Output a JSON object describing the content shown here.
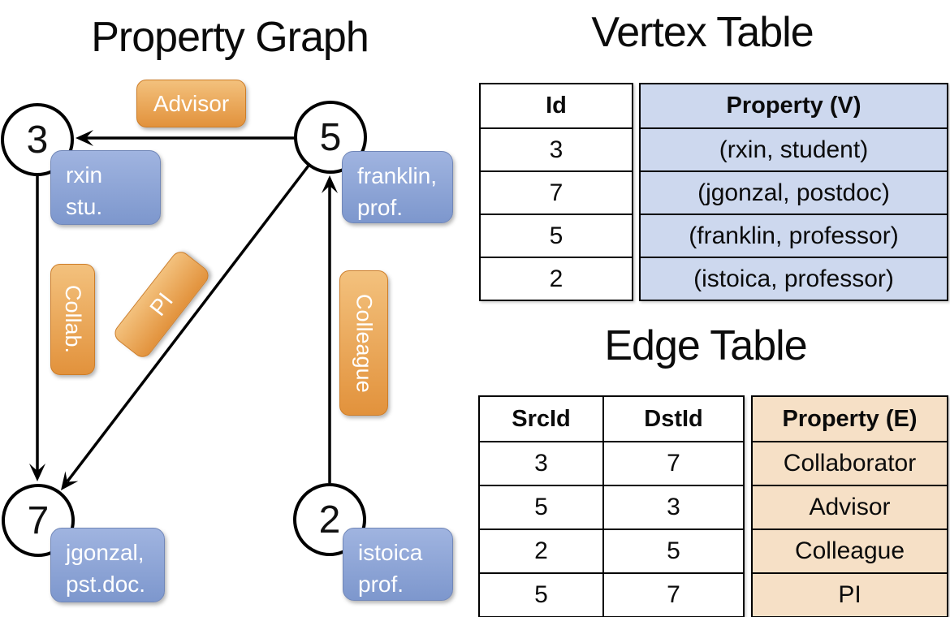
{
  "graph": {
    "title": "Property Graph",
    "vertices": [
      {
        "id": "3"
      },
      {
        "id": "5"
      },
      {
        "id": "7"
      },
      {
        "id": "2"
      }
    ],
    "vertex_properties": [
      {
        "line1": "rxin",
        "line2": "stu."
      },
      {
        "line1": "franklin,",
        "line2": "prof."
      },
      {
        "line1": "jgonzal,",
        "line2": "pst.doc."
      },
      {
        "line1": "istoica",
        "line2": "prof."
      }
    ],
    "edge_labels": {
      "advisor": "Advisor",
      "collab": "Collab.",
      "pi": "PI",
      "colleague": "Colleague"
    },
    "edges": [
      {
        "src": "5",
        "dst": "3",
        "label": "Advisor"
      },
      {
        "src": "3",
        "dst": "7",
        "label": "Collab."
      },
      {
        "src": "5",
        "dst": "7",
        "label": "PI"
      },
      {
        "src": "2",
        "dst": "5",
        "label": "Colleague"
      }
    ]
  },
  "vertex_table": {
    "title": "Vertex Table",
    "headers": {
      "id": "Id",
      "property": "Property (V)"
    },
    "rows": [
      {
        "id": "3",
        "property": "(rxin, student)"
      },
      {
        "id": "7",
        "property": "(jgonzal, postdoc)"
      },
      {
        "id": "5",
        "property": "(franklin, professor)"
      },
      {
        "id": "2",
        "property": "(istoica, professor)"
      }
    ]
  },
  "edge_table": {
    "title": "Edge Table",
    "headers": {
      "src": "SrcId",
      "dst": "DstId",
      "property": "Property (E)"
    },
    "rows": [
      {
        "src": "3",
        "dst": "7",
        "property": "Collaborator"
      },
      {
        "src": "5",
        "dst": "3",
        "property": "Advisor"
      },
      {
        "src": "2",
        "dst": "5",
        "property": "Colleague"
      },
      {
        "src": "5",
        "dst": "7",
        "property": "PI"
      }
    ]
  },
  "colors": {
    "orange-top": "#f3c17d",
    "orange-bottom": "#e2923c",
    "orange-border": "#cd7d28",
    "blue-top": "#a0b4e0",
    "blue-bottom": "#7d97cd",
    "blue-border": "#7187b8",
    "vertex-fill": "#cdd8ee",
    "edge-fill": "#f6e0c6",
    "line": "#000000"
  }
}
